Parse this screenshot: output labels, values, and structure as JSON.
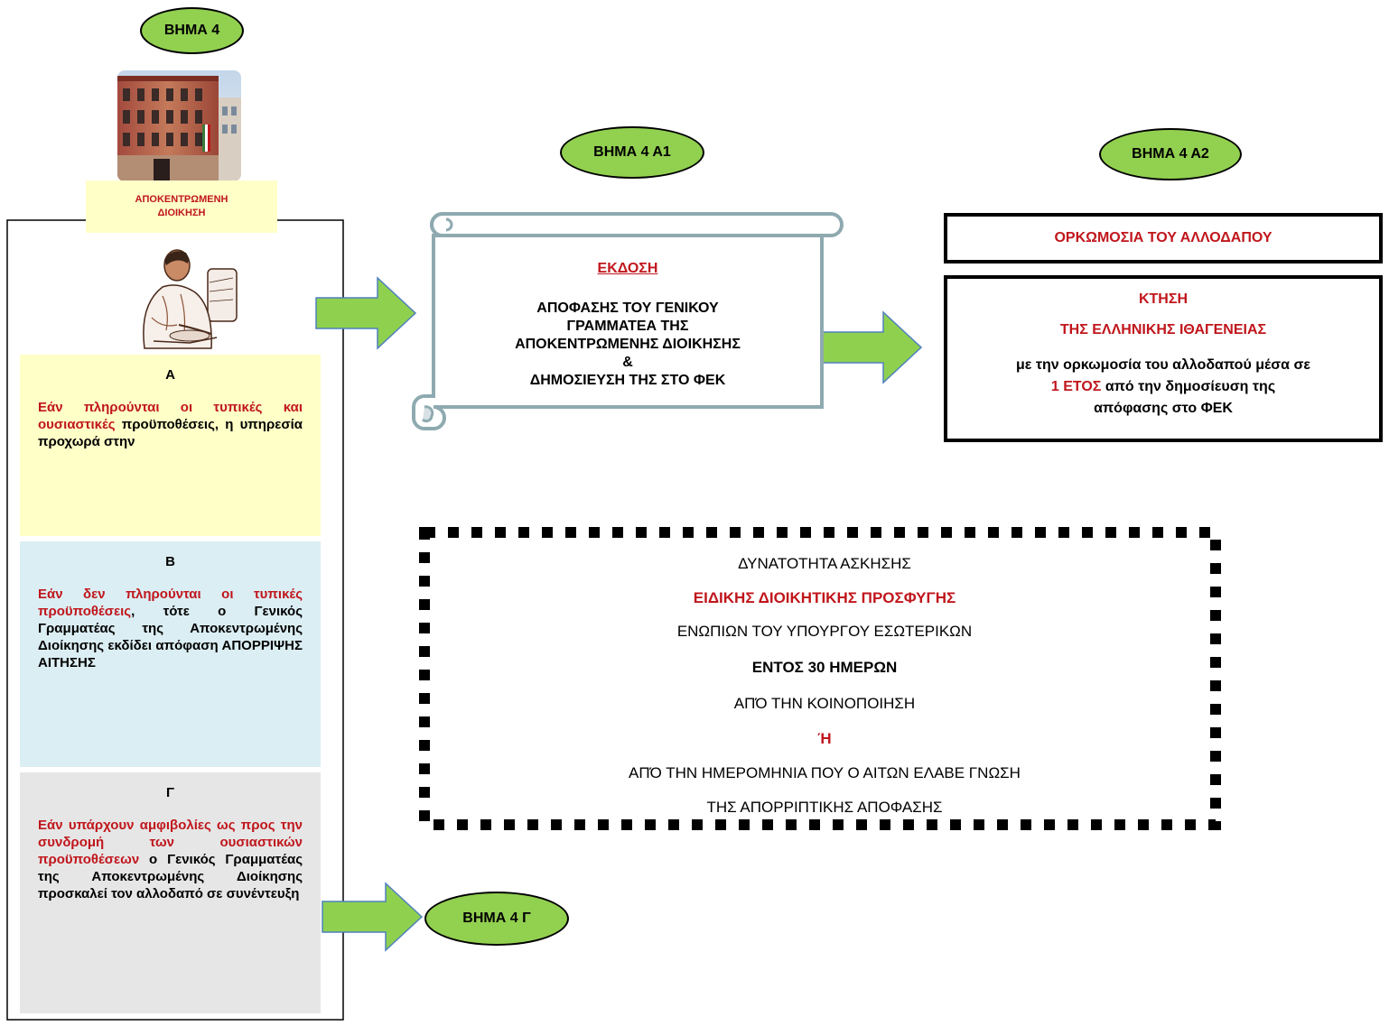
{
  "step4": {
    "label": "ΒΗΜΑ 4"
  },
  "building_label": {
    "line1": "ΑΠΟΚΕΝΤΡΩΜΕΝΗ",
    "line2": "ΔΙΟΙΚΗΣΗ"
  },
  "panel_a": {
    "head": "Α",
    "red_text": "Εάν πληρούνται οι τυπικές και ουσιαστικές",
    "black_text": " προϋποθέσεις, η υπηρεσία προχωρά στην"
  },
  "panel_b": {
    "head": "Β",
    "red_text": "Εάν δεν πληρούνται οι τυπικές προϋποθέσεις",
    "black_text": ", τότε ο Γενικός Γραμματέας της Αποκεντρωμένης Διοίκησης εκδίδει απόφαση ΑΠΟΡΡΙΨΗΣ ΑΙΤΗΣΗΣ"
  },
  "panel_g": {
    "head": "Γ",
    "red_text": "Εάν υπάρχουν αμφιβολίες ως προς την συνδρομή των ουσιαστικών προϋποθέσεων",
    "black_text": " ο Γενικός Γραμματέας της Αποκεντρωμένης Διοίκησης προσκαλεί τον αλλοδαπό σε συνέντευξη"
  },
  "step4a1": {
    "label": "ΒΗΜΑ  4 Α1"
  },
  "scroll": {
    "title": "ΕΚΔΟΣΗ",
    "line1": "ΑΠΟΦΑΣΗΣ ΤΟΥ ΓΕΝΙΚΟΥ",
    "line2": "ΓΡΑΜΜΑΤΕΑ ΤΗΣ",
    "line3": "ΑΠΟΚΕΝΤΡΩΜΕΝΗΣ ΔΙΟΙΚΗΣΗΣ",
    "line4": "&",
    "line5": "ΔΗΜΟΣΙΕΥΣΗ ΤΗΣ ΣΤΟ  ΦΕΚ"
  },
  "step4a2": {
    "label": "ΒΗΜΑ  4 Α2"
  },
  "oath_box": {
    "text": "ΟΡΚΩΜΟΣΙΑ ΤΟΥ ΑΛΛΟΔΑΠΟΥ"
  },
  "citizenship_box": {
    "line1": "ΚΤΗΣΗ",
    "line2": "ΤΗΣ ΕΛΛΗΝΙΚΗΣ ΙΘΑΓΕΝΕΙΑΣ",
    "line3": "με την ορκωμοσία του αλλοδαπού μέσα σε",
    "line4_red": "1  ΕΤΟΣ",
    "line4_black": " από την δημοσίευση της",
    "line5": "απόφασης στο ΦΕΚ"
  },
  "appeal_box": {
    "line1": "ΔΥΝΑΤΟΤΗΤΑ ΑΣΚΗΣΗΣ",
    "line2": "ΕΙΔΙΚΗΣ ΔΙΟΙΚΗΤΙΚΗΣ ΠΡΟΣΦΥΓΗΣ",
    "line3": "ΕΝΩΠΙΩΝ ΤΟΥ ΥΠΟΥΡΓΟΥ ΕΣΩΤΕΡΙΚΩΝ",
    "line4": "ΕΝΤΟΣ 30 ΗΜΕΡΩΝ",
    "line5": "ΑΠΌ ΤΗΝ ΚΟΙΝΟΠΟΙΗΣΗ",
    "line6": "Ή",
    "line7": "ΑΠΌ ΤΗΝ ΗΜΕΡΟΜΗΝΙΑ ΠΟΥ Ο ΑΙΤΩΝ  ΕΛΑΒΕ ΓΝΩΣΗ",
    "line8": "ΤΗΣ ΑΠΟΡΡΙΠΤΙΚΗΣ ΑΠΟΦΑΣΗΣ"
  },
  "step4g": {
    "label": "ΒΗΜΑ  4 Γ"
  },
  "colors": {
    "oval_fill": "#92d050",
    "arrow_fill": "#8fd14f",
    "red_text": "#c0161c",
    "panel_a_bg": "#ffffc8",
    "panel_b_bg": "#dbeef3",
    "panel_g_bg": "#e6e6e6",
    "scroll_border": "#8eaab0"
  }
}
